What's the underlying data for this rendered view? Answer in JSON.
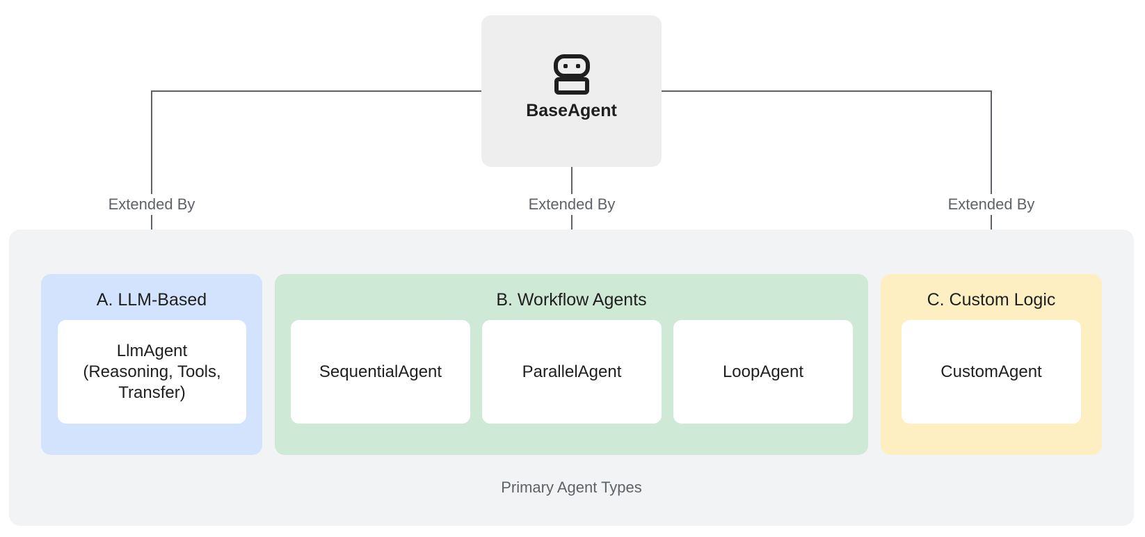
{
  "colors": {
    "base_fill": "#eeeeee",
    "panel_fill": "#f1f3f4",
    "llm_group_fill": "#d3e3fd",
    "workflow_group_fill": "#ceead6",
    "custom_group_fill": "#feefc3",
    "card_fill": "#ffffff",
    "connector": "#5f6368",
    "text_primary": "#1f1f1f",
    "text_secondary": "#5f6368"
  },
  "base_agent": {
    "icon": "robot-icon",
    "label": "BaseAgent"
  },
  "edges": [
    {
      "label": "Extended By",
      "to": "A. LLM-Based"
    },
    {
      "label": "Extended By",
      "to": "B. Workflow Agents"
    },
    {
      "label": "Extended By",
      "to": "C. Custom Logic"
    }
  ],
  "container": {
    "caption": "Primary Agent Types"
  },
  "groups": [
    {
      "title": "A. LLM-Based",
      "items": [
        "LlmAgent\n(Reasoning, Tools,\nTransfer)"
      ]
    },
    {
      "title": "B. Workflow Agents",
      "items": [
        "SequentialAgent",
        "ParallelAgent",
        "LoopAgent"
      ]
    },
    {
      "title": "C. Custom Logic",
      "items": [
        "CustomAgent"
      ]
    }
  ]
}
